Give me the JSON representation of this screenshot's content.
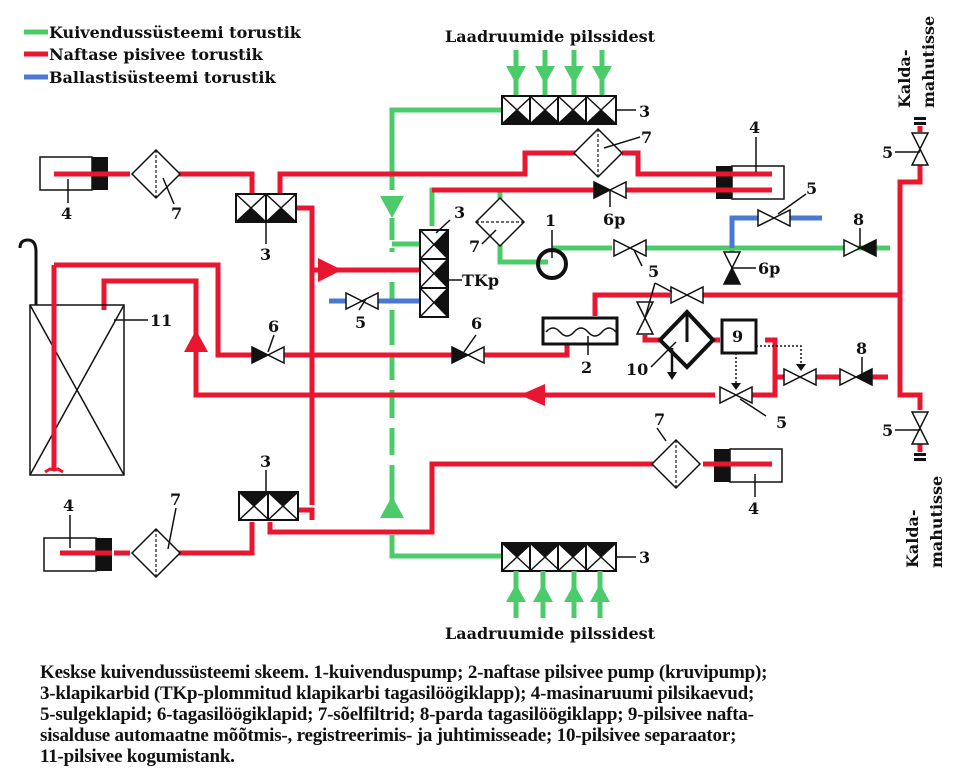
{
  "colors": {
    "drain_line": "#4ccb6a",
    "oily_bilge_line": "#e8162f",
    "ballast_line": "#4a78d2"
  },
  "legend": [
    {
      "label": "Kuivendussüsteemi torustik",
      "color": "#4ccb6a"
    },
    {
      "label": "Naftase pisivee torustik",
      "color": "#e8162f"
    },
    {
      "label": "Ballastisüsteemi torustik",
      "color": "#4a78d2"
    }
  ],
  "annotations": {
    "top_inflow": "Laadruumide pilssidest",
    "bottom_inflow": "Laadruumide pilssidest",
    "shore_top_line1": "Kalda-",
    "shore_top_line2": "mahutisse",
    "shore_bottom_line1": "Kalda-",
    "shore_bottom_line2": "mahutisse"
  },
  "labels": {
    "pump": "1",
    "screw_pump": "2",
    "valve_box": "3",
    "bilge_well": "4",
    "shut_valve": "5",
    "check_valve": "6",
    "check_valve_p": "6p",
    "filter": "7",
    "side_check_valve": "8",
    "meter": "9",
    "separator": "10",
    "tank": "11",
    "tkp": "TKp"
  },
  "caption": {
    "line1": "Keskse kuivendussüsteemi skeem. 1-kuivenduspump; 2-naftase pilsivee pump (kruvipump);",
    "line2": "3-klapikarbid (TKp-plommitud klapikarbi tagasilöögiklapp); 4-masinaruumi pilsikaevud;",
    "line3": "5-sulgeklapid; 6-tagasilöögiklapid; 7-sõelfiltrid; 8-parda tagasilöögiklapp; 9-pilsivee nafta-",
    "line4": "sisalduse automaatne mõõtmis-, registreerimis- ja juhtimisseade; 10-pilsivee separaator;",
    "line5": "11-pilsivee kogumistank."
  }
}
